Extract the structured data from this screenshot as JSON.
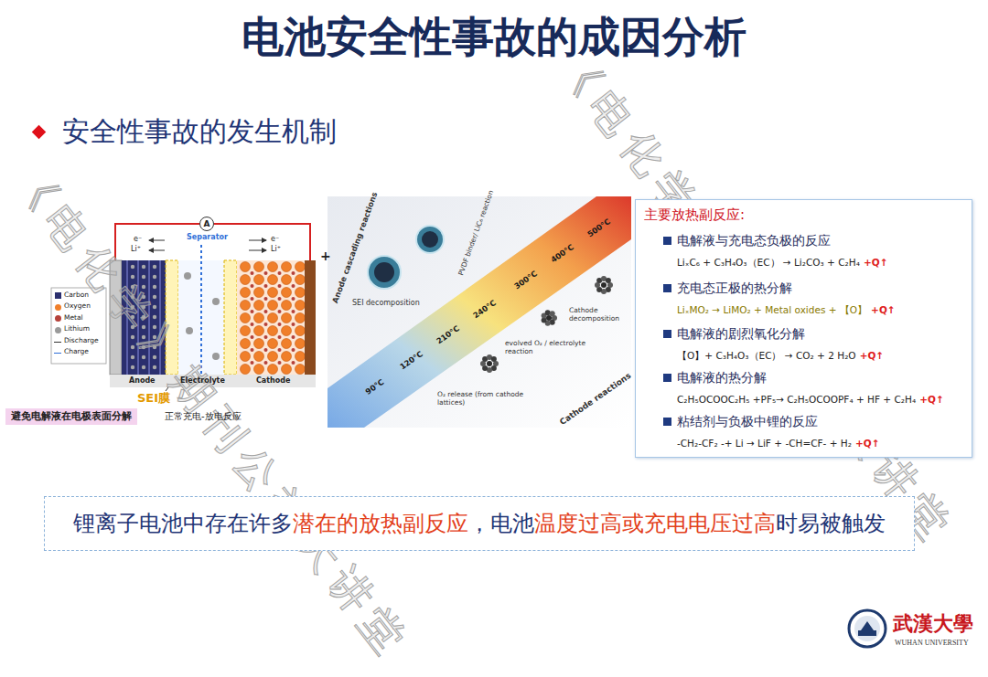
{
  "diagram": {
    "title": "电池安全性事故的成因分析",
    "nodes": [
      {
        "text": [
          "A"
        ]
      },
      {
        "text": [
          "避免电解液在电极表面分解"
        ]
      },
      {
        "text": [
          "主要放热副反应:",
          "电解液与充电态负极的反应",
          "LiₓC₆ + C₃H₄O₃（EC） → Li₂CO₃ + C₂H₄",
          "+Q↑",
          "充电态正极的热分解",
          "LiₓMO₂ → LiMO₂ + Metal oxides + 【O】",
          "+Q↑",
          "电解液的剧烈氧化分解",
          "【O】+ C₃H₄O₃（EC） → CO₂ + 2 H₂O",
          "+Q↑",
          "电解液的热分解",
          "C₂H₅OCOOC₂H₅ +PF₅→ C₂H₅OCOOPF₄ + HF + C₂H₄",
          "+Q↑",
          "粘结剂与负极中锂的反应",
          "-CH₂-CF₂ -+ Li → LiF + -CH=CF- + H₂",
          "+Q↑"
        ]
      },
      {
        "text": [
          "锂离子电池中存在许多",
          "潜在的放热副反应",
          "，电池",
          "温度过高或充电电压过高",
          "时易被触发"
        ]
      }
    ],
    "labels": [
      "安全性事故的发生机制",
      "Separator",
      "e⁻",
      "Li⁺",
      "e⁻",
      "Li⁺",
      "+",
      "Anode",
      "Electrolyte",
      "Cathode",
      "SEI膜",
      "正常充电-放电反应",
      "Anode cascading reactions",
      "SEI decomposition",
      "PVDF binder/ LiC₆ reaction",
      "Cathode decomposition",
      "evolved O₂ / electrolyte reaction",
      "O₂ release (from cathode lattices)",
      "Cathode reactions",
      "90°C",
      "120°C",
      "210°C",
      "240°C",
      "300°C",
      "400°C",
      "500°C",
      "《电化学》期刊公益大讲堂",
      "《电化学》期刊公益大讲堂",
      "武漢大學",
      "WUHAN UNIVERSITY"
    ],
    "legend": [
      {
        "text": "Carbon",
        "color": "#2b2f6e"
      },
      {
        "text": "Oxygen",
        "color": "#f07f2a"
      },
      {
        "text": "Metal",
        "color": "#b5413a"
      },
      {
        "text": "Lithium",
        "color": "#9a9a9a"
      },
      {
        "text": "Discharge"
      },
      {
        "text": "Charge"
      }
    ]
  }
}
